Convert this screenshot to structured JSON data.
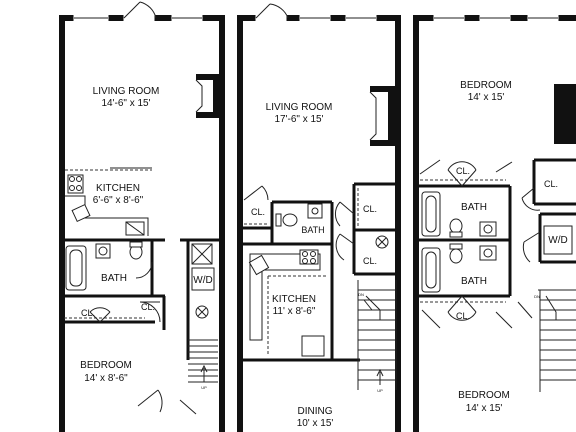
{
  "units": {
    "left": {
      "living_room": {
        "name": "LIVING ROOM",
        "dims": "14'-6\" x 15'"
      },
      "kitchen": {
        "name": "KITCHEN",
        "dims": "6'-6\" x 8'-6\""
      },
      "bath": "BATH",
      "wd": "W/D",
      "closet_a": "CL.",
      "closet_b": "CL.",
      "bedroom": {
        "name": "BEDROOM",
        "dims": "14' x  8'-6\""
      },
      "stair_up": "UP"
    },
    "middle": {
      "living_room": {
        "name": "LIVING ROOM",
        "dims": "17'-6\" x 15'"
      },
      "closet_a": "CL.",
      "bath": "BATH",
      "closet_b": "CL.",
      "closet_c": "CL.",
      "kitchen": {
        "name": "KITCHEN",
        "dims": "11' x 8'-6\""
      },
      "dining": {
        "name": "DINING",
        "dims": "10' x 15'"
      },
      "stair_dn": "DN",
      "stair_up": "UP"
    },
    "right": {
      "bedroom_top": {
        "name": "BEDROOM",
        "dims": "14' x 15'"
      },
      "closet_a": "CL.",
      "closet_b": "CL.",
      "bath_a": "BATH",
      "bath_b": "BATH",
      "wd": "W/D",
      "closet_c": "CL.",
      "bedroom_bottom": {
        "name": "BEDROOM",
        "dims": "14' x 15'"
      },
      "stair_dn": "DN"
    }
  }
}
